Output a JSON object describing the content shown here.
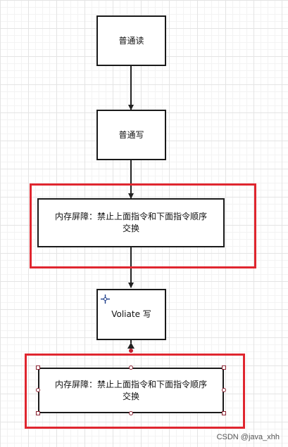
{
  "nodes": {
    "read": "普通读",
    "write": "普通写",
    "barrier1_line1": "内存屏障：禁止上面指令和下面指令顺序",
    "barrier1_line2": "交换",
    "volatile_write": "Voliate 写",
    "barrier2_line1": "内存屏障：禁止上面指令和下面指令顺序",
    "barrier2_line2": "交换"
  },
  "colors": {
    "highlight": "#e0262f",
    "edge": "#222222",
    "box_border": "#1a1a1a"
  },
  "watermark": "CSDN @java_xhh"
}
